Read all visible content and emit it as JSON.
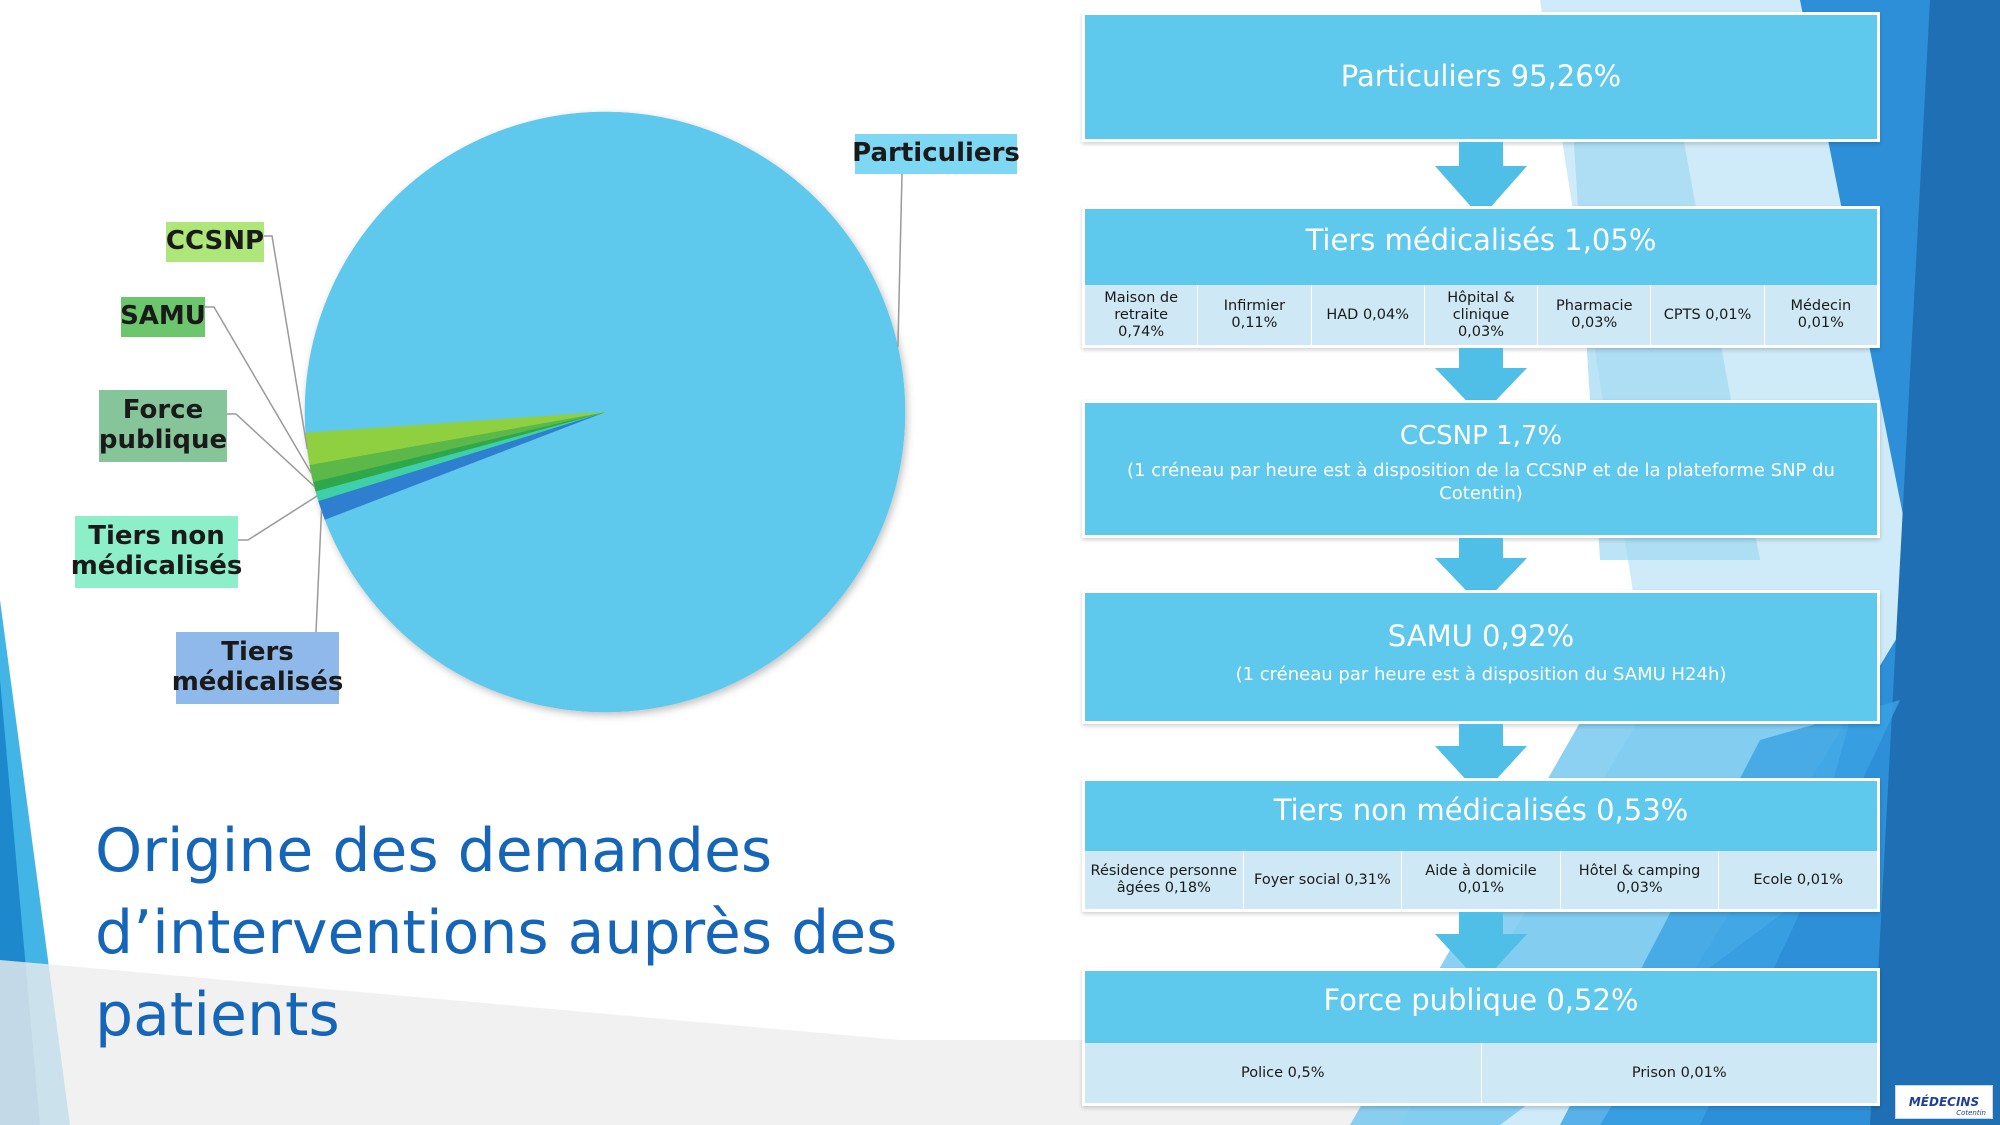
{
  "slide": {
    "title": "Origine des demandes d’interventions auprès des patients"
  },
  "chart_data": {
    "type": "pie",
    "title": "",
    "slices": [
      {
        "name": "Particuliers",
        "value": 95.26,
        "color": "#5ec8ed"
      },
      {
        "name": "Tiers médicalisés",
        "value": 1.05,
        "color": "#2f7fd0"
      },
      {
        "name": "Tiers non médicalisés",
        "value": 0.53,
        "color": "#3fd0a8"
      },
      {
        "name": "Force publique",
        "value": 0.52,
        "color": "#2da84c"
      },
      {
        "name": "SAMU",
        "value": 0.92,
        "color": "#5bb84a"
      },
      {
        "name": "CCSNP",
        "value": 1.7,
        "color": "#8fd040"
      }
    ],
    "labels": {
      "particuliers": "Particuliers",
      "ccsnp": "CCSNP",
      "samu": "SAMU",
      "force_publique": "Force publique",
      "tiers_non_medicalises": "Tiers non médicalisés",
      "tiers_medicalises": "Tiers médicalisés"
    },
    "label_colors": {
      "particuliers": "#7ed8f3",
      "ccsnp": "#aee67a",
      "samu": "#6cc76c",
      "force_publique": "#86c49a",
      "tiers_non_medicalises": "#8cefc9",
      "tiers_medicalises": "#8eb9ea"
    }
  },
  "flow": {
    "particuliers": {
      "title": "Particuliers 95,26%"
    },
    "tiers_medicalises": {
      "title": "Tiers médicalisés 1,05%",
      "items": [
        "Maison de retraite 0,74%",
        "Infirmier 0,11%",
        "HAD 0,04%",
        "Hôpital & clinique 0,03%",
        "Pharmacie 0,03%",
        "CPTS  0,01%",
        "Médecin 0,01%"
      ]
    },
    "ccsnp": {
      "title": "CCSNP 1,7%",
      "note": "(1 créneau par heure est à disposition de la CCSNP et de la plateforme SNP du Cotentin)"
    },
    "samu": {
      "title": "SAMU 0,92%",
      "note": "(1 créneau par heure est à disposition du SAMU H24h)"
    },
    "tiers_non_medicalises": {
      "title": "Tiers non médicalisés 0,53%",
      "items": [
        "Résidence personne âgées 0,18%",
        "Foyer social 0,31%",
        "Aide à domicile 0,01%",
        "Hôtel & camping 0,03%",
        "Ecole 0,01%"
      ]
    },
    "force_publique": {
      "title": "Force publique 0,52%",
      "items": [
        "Police 0,5%",
        "Prison 0,01%"
      ]
    }
  },
  "logo": {
    "name": "MÉDECINS",
    "sub": "Cotentin"
  }
}
